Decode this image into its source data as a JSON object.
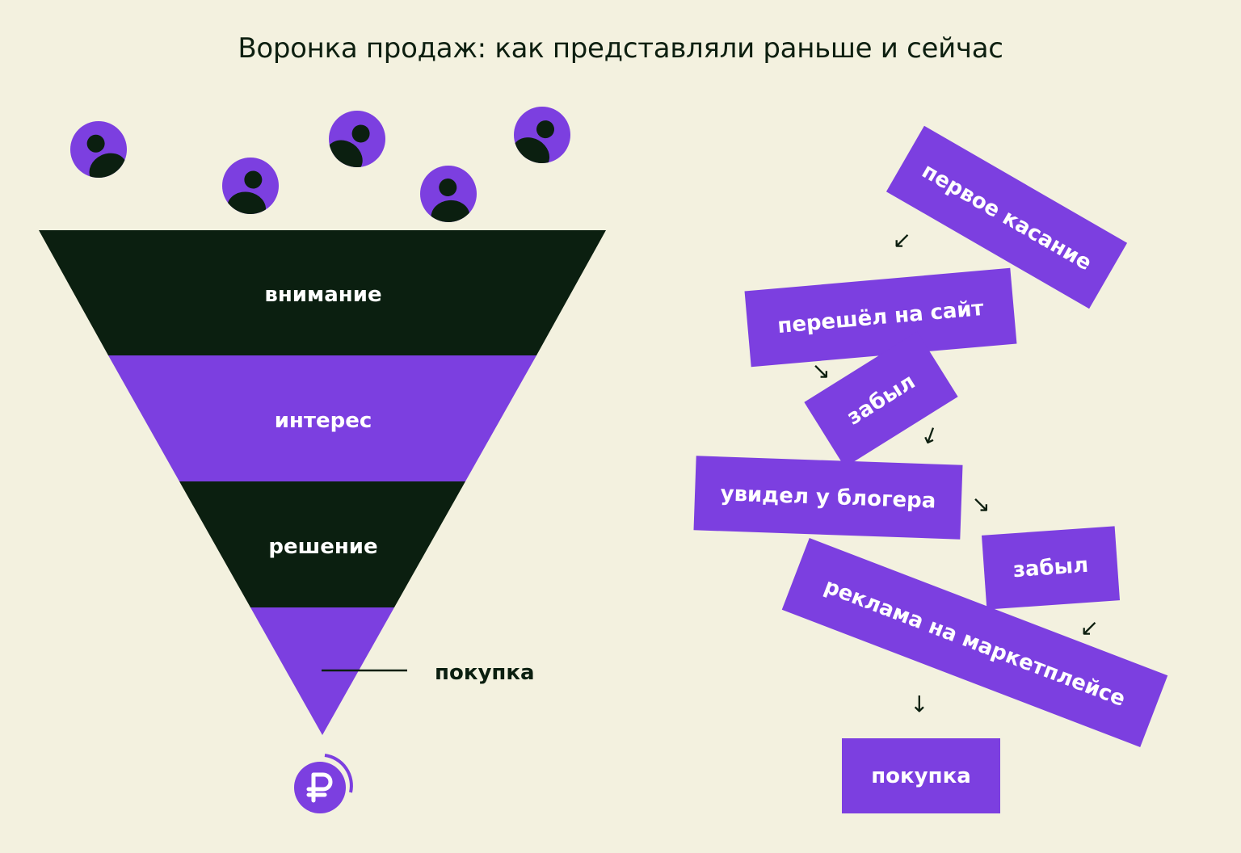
{
  "title": "Воронка продаж: как представляли раньше и сейчас",
  "funnel": {
    "stages": [
      {
        "label": "внимание"
      },
      {
        "label": "интерес"
      },
      {
        "label": "решение"
      },
      {
        "label": ""
      }
    ],
    "purchase_label": "покупка",
    "people_count": 5,
    "colors": {
      "dark": "#0b1f10",
      "purple": "#7c3fe0",
      "background": "#f3f1df"
    }
  },
  "journey": {
    "steps": [
      {
        "label": "первое касание"
      },
      {
        "label": "перешёл на сайт"
      },
      {
        "label": "забыл"
      },
      {
        "label": "увидел у блогера"
      },
      {
        "label": "забыл"
      },
      {
        "label": "реклама на маркетплейсе"
      },
      {
        "label": "покупка"
      }
    ]
  },
  "icons": {
    "person": "person-icon",
    "coin": "ruble-coin-icon",
    "arrow": "arrow-icon"
  }
}
